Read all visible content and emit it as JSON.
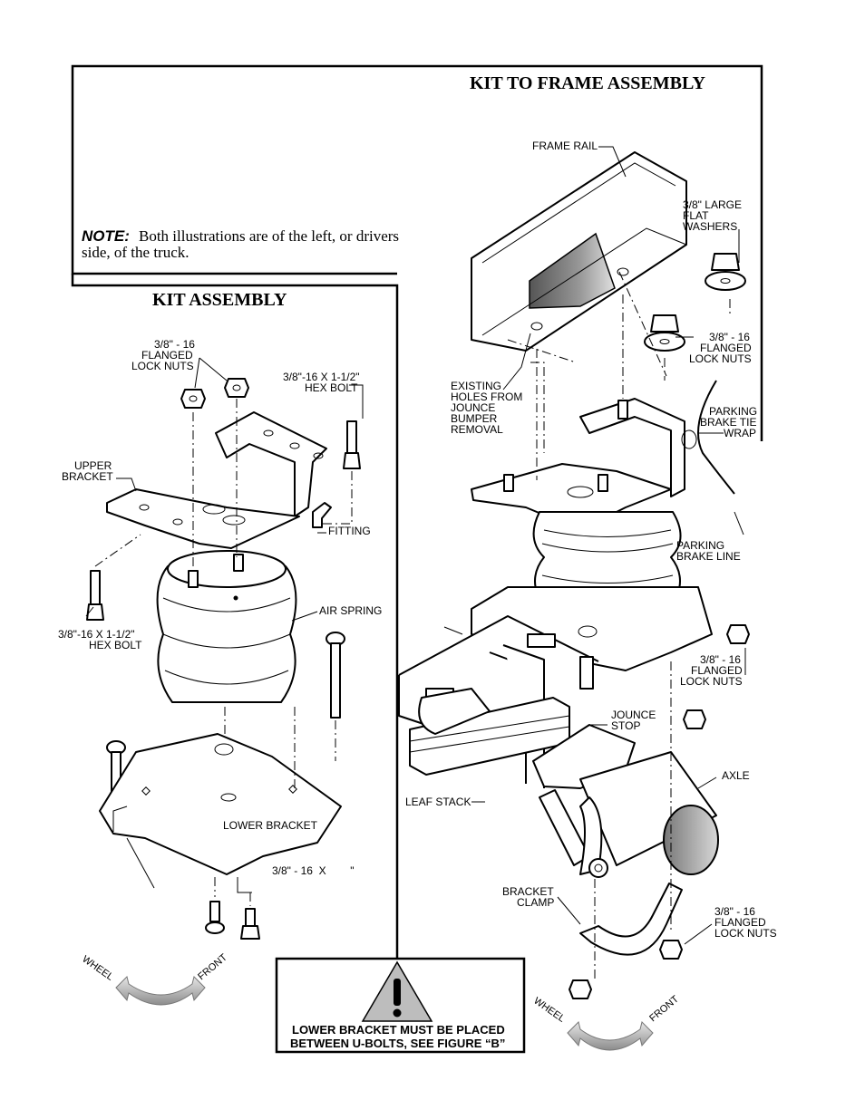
{
  "frame_section": {
    "title": "KIT TO FRAME ASSEMBLY",
    "labels": {
      "frame_rail": "FRAME RAIL",
      "washers": [
        "3/8\" LARGE",
        "FLAT",
        "WASHERS"
      ],
      "lock_nuts_top": [
        "3/8\" - 16",
        "FLANGED",
        "LOCK NUTS"
      ],
      "jounce_holes": [
        "EXISTING",
        "HOLES FROM",
        "JOUNCE",
        "BUMPER",
        "REMOVAL"
      ],
      "tie_wrap": [
        "PARKING",
        "BRAKE TIE",
        "WRAP"
      ],
      "brake_line": [
        "PARKING",
        "BRAKE LINE"
      ],
      "lock_nuts_mid": [
        "3/8\" - 16",
        "FLANGED",
        "LOCK NUTS"
      ],
      "jounce_stop": [
        "JOUNCE",
        "STOP"
      ],
      "axle": "AXLE",
      "leaf_stack": "LEAF STACK",
      "bracket_clamp": [
        "BRACKET",
        "CLAMP"
      ],
      "lock_nuts_bottom": [
        "3/8\" - 16",
        "FLANGED",
        "LOCK NUTS"
      ]
    },
    "direction": {
      "wheel": "WHEEL",
      "front": "FRONT"
    }
  },
  "note": {
    "label": "NOTE:",
    "line1": "Both illustrations are of the left, or drivers",
    "line2": "side, of the truck."
  },
  "kit_section": {
    "title": "KIT ASSEMBLY",
    "labels": {
      "lock_nuts": [
        "3/8\" - 16",
        "FLANGED",
        "LOCK NUTS"
      ],
      "hex_bolt_top": [
        "3/8\"-16 X 1-1/2\"",
        "HEX BOLT"
      ],
      "upper_bracket": [
        "UPPER",
        "BRACKET"
      ],
      "fitting": "FITTING",
      "hex_bolt_left": [
        "3/8\"-16 X 1-1/2\"",
        "HEX BOLT"
      ],
      "air_spring": "AIR SPRING",
      "lower_bracket": "LOWER BRACKET",
      "bolt_size": "3/8\" - 16  X        \""
    },
    "direction": {
      "wheel": "WHEEL",
      "front": "FRONT"
    }
  },
  "warning": {
    "line1": "LOWER BRACKET MUST BE PLACED",
    "line2": "BETWEEN U-BOLTS, SEE FIGURE “B”"
  }
}
